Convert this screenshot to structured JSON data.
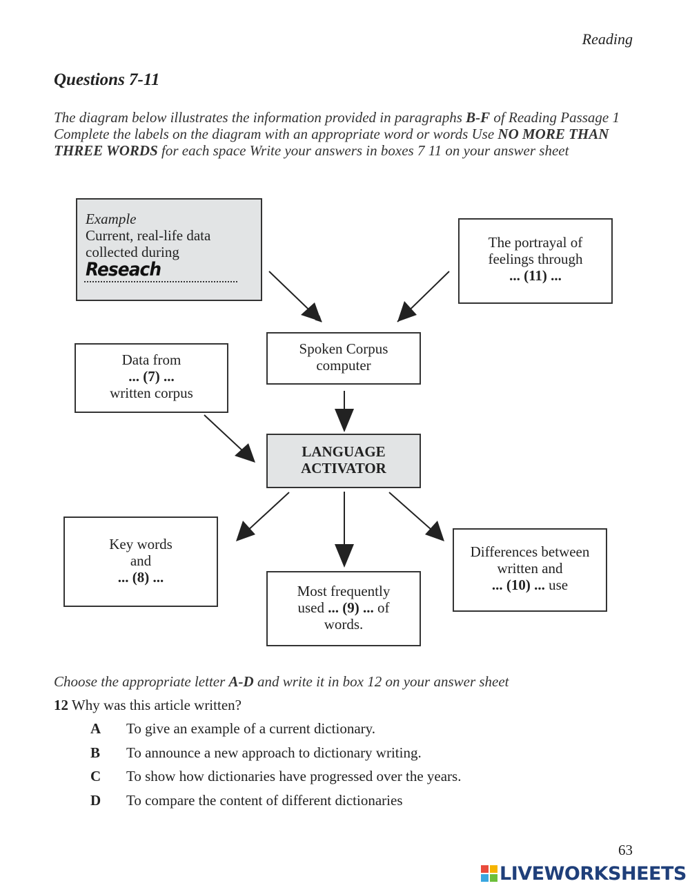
{
  "header": {
    "section": "Reading"
  },
  "questions": {
    "title": "Questions 7-11",
    "instruction_part1": "The diagram below illustrates the information provided in paragraphs ",
    "instruction_bold1": "B-F",
    "instruction_part2": " of Reading Passage 1 Complete the labels on the diagram with an appropriate word or words Use ",
    "instruction_bold2": "NO MORE THAN THREE WORDS",
    "instruction_part3": " for each space Write your answers in boxes 7 11 on your answer sheet"
  },
  "diagram": {
    "example": {
      "label": "Example",
      "line1": "Current, real-life data",
      "line2": "collected during",
      "answer": "Reseach"
    },
    "portrayal": {
      "line1": "The portrayal of",
      "line2": "feelings through",
      "line3": "... (11) ..."
    },
    "spoken": {
      "line1": "Spoken Corpus",
      "line2": "computer"
    },
    "data_from": {
      "line1": "Data from",
      "line2": "... (7) ...",
      "line3": "written corpus"
    },
    "activator": {
      "line1": "LANGUAGE",
      "line2": "ACTIVATOR"
    },
    "key_words": {
      "line1": "Key words",
      "line2": "and",
      "line3": "... (8) ..."
    },
    "most_frequently": {
      "line1": "Most frequently",
      "line2_pre": "used ",
      "line2_bold": "... (9) ...",
      "line2_post": " of",
      "line3": "words."
    },
    "differences": {
      "line1": "Differences between",
      "line2": "written and",
      "line3_bold": "... (10) ...",
      "line3_post": " use"
    }
  },
  "question12": {
    "choose_pre": "Choose the appropriate letter ",
    "choose_bold": "A-D",
    "choose_post": " and write it in box 12 on your answer sheet",
    "number": "12",
    "text": " Why was this article written?",
    "options": [
      {
        "letter": "A",
        "text": "To give an example of a current dictionary."
      },
      {
        "letter": "B",
        "text": "To announce a new approach to dictionary writing."
      },
      {
        "letter": "C",
        "text": "To show how dictionaries have progressed over the years."
      },
      {
        "letter": "D",
        "text": "To compare the content of different dictionaries"
      }
    ]
  },
  "footer": {
    "page_number": "63",
    "logo_text": "LIVEWORKSHEETS",
    "logo_colors": [
      "#e94b3c",
      "#f5b400",
      "#3aa7e0",
      "#6cbf3a"
    ]
  },
  "colors": {
    "box_grey": "#e2e4e5",
    "logo_blue": "#1f3f7a"
  }
}
